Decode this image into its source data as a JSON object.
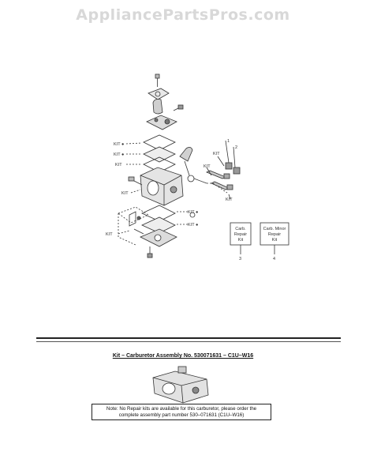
{
  "watermark": "AppliancePartsPros.com",
  "diagram": {
    "labels": {
      "kit": "KIT",
      "kit_star": "KIT ●",
      "callout_1": "1",
      "callout_2": "2",
      "callout_3": "3",
      "callout_4": "4"
    },
    "boxes": {
      "carb_repair_kit": [
        "Carb.",
        "Repair",
        "Kit"
      ],
      "carb_minor_repair_kit": [
        "Carb. Minor",
        "Repair",
        "Kit"
      ]
    }
  },
  "kit_section": {
    "title": "Kit – Carburetor Assembly No. 530071631 – C1U–W16",
    "note_line1": "Note: No Repair kits are available for this carburetor, please order the",
    "note_line2": "complete assembly part number 530–071631 (C1U–W16)"
  },
  "colors": {
    "line": "#333333",
    "watermark": "#d8d8d8"
  }
}
